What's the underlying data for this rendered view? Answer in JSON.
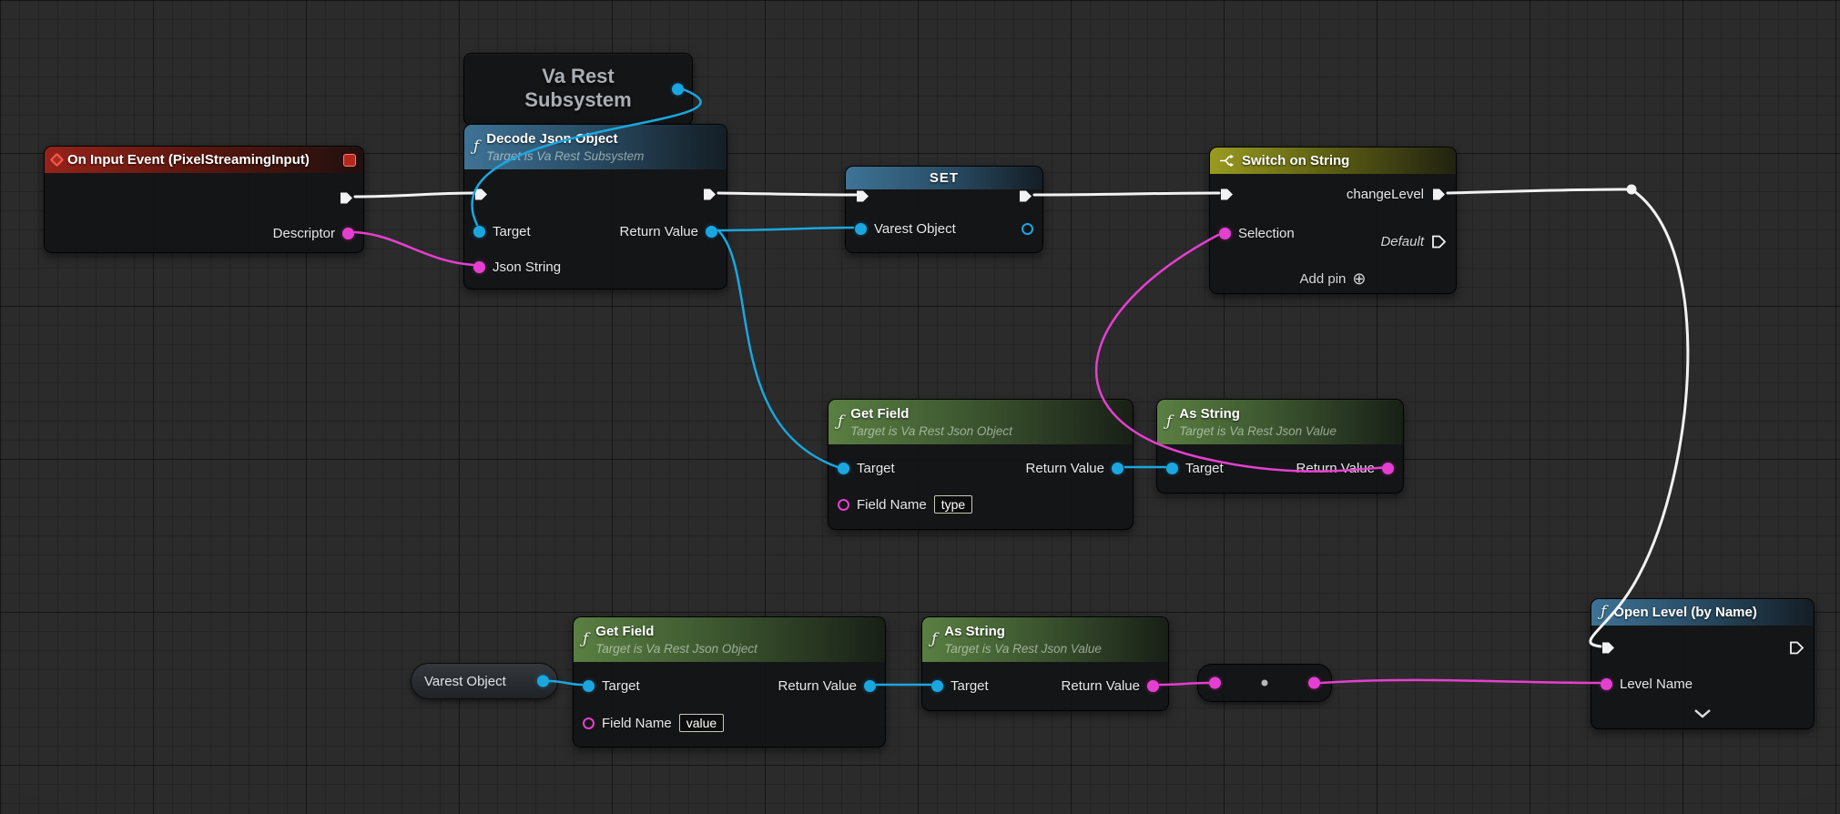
{
  "palette": {
    "exec": "#f2f2f2",
    "object": "#1aa7e0",
    "string": "#e53fd1",
    "dot": "#b9b9b9"
  },
  "icons": {
    "function": "ƒ",
    "add_pin": "⊕"
  },
  "nodes": {
    "on_input_event": {
      "title": "On Input Event (PixelStreamingInput)",
      "descriptor_label": "Descriptor"
    },
    "va_rest_subsystem": {
      "line1": "Va Rest",
      "line2": "Subsystem"
    },
    "decode_json_object": {
      "title": "Decode Json Object",
      "subtitle": "Target is Va Rest Subsystem",
      "target_label": "Target",
      "return_label": "Return Value",
      "json_string_label": "Json String"
    },
    "set": {
      "title": "SET",
      "varest_object_label": "Varest Object"
    },
    "switch_on_string": {
      "title": "Switch on String",
      "selection_label": "Selection",
      "case_label": "changeLevel",
      "default_label": "Default",
      "add_pin_label": "Add pin"
    },
    "get_field_type": {
      "title": "Get Field",
      "subtitle": "Target is Va Rest Json Object",
      "target_label": "Target",
      "return_label": "Return Value",
      "field_name_label": "Field Name",
      "field_value": "type"
    },
    "as_string_type": {
      "title": "As String",
      "subtitle": "Target is Va Rest Json Value",
      "target_label": "Target",
      "return_label": "Return Value"
    },
    "varest_object_get": {
      "title": "Varest Object"
    },
    "get_field_value": {
      "title": "Get Field",
      "subtitle": "Target is Va Rest Json Object",
      "target_label": "Target",
      "return_label": "Return Value",
      "field_name_label": "Field Name",
      "field_value": "value"
    },
    "as_string_value": {
      "title": "As String",
      "subtitle": "Target is Va Rest Json Value",
      "target_label": "Target",
      "return_label": "Return Value"
    },
    "open_level": {
      "title": "Open Level (by Name)",
      "level_name_label": "Level Name"
    }
  },
  "connections": [
    {
      "from": "on_input_event.exec",
      "to": "decode_json_object.exec_in",
      "type": "exec"
    },
    {
      "from": "on_input_event.descriptor",
      "to": "decode_json_object.json_string",
      "type": "string"
    },
    {
      "from": "va_rest_subsystem.out",
      "to": "decode_json_object.target",
      "type": "object"
    },
    {
      "from": "decode_json_object.exec_out",
      "to": "set.exec_in",
      "type": "exec"
    },
    {
      "from": "decode_json_object.return_value",
      "to": "set.varest_object",
      "type": "object"
    },
    {
      "from": "decode_json_object.return_value",
      "to": "get_field_type.target",
      "type": "object"
    },
    {
      "from": "set.exec_out",
      "to": "switch_on_string.exec_in",
      "type": "exec"
    },
    {
      "from": "get_field_type.return_value",
      "to": "as_string_type.target",
      "type": "object"
    },
    {
      "from": "as_string_type.return_value",
      "to": "switch_on_string.selection",
      "type": "string"
    },
    {
      "from": "switch_on_string.changeLevel",
      "to": "open_level.exec_in",
      "type": "exec"
    },
    {
      "from": "varest_object_get.out",
      "to": "get_field_value.target",
      "type": "object"
    },
    {
      "from": "get_field_value.return_value",
      "to": "as_string_value.target",
      "type": "object"
    },
    {
      "from": "as_string_value.return_value",
      "to": "reroute.in",
      "type": "string"
    },
    {
      "from": "reroute.out",
      "to": "open_level.level_name",
      "type": "string"
    }
  ]
}
